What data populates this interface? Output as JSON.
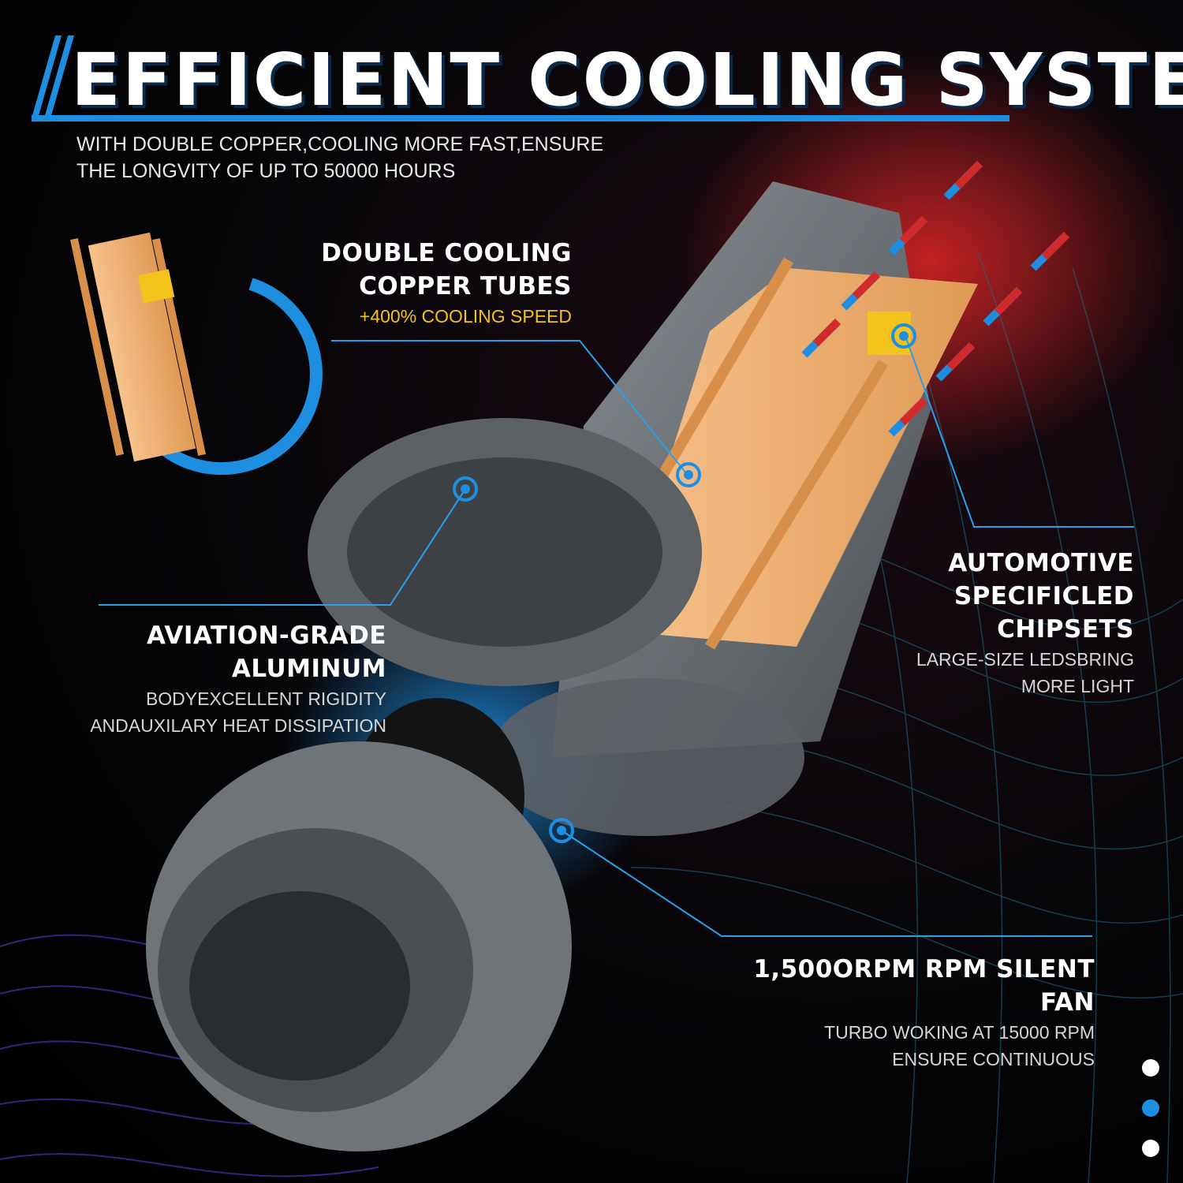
{
  "header": {
    "title": "EFFICIENT COOLING SYSTEM",
    "subtitle_line1": "WITH DOUBLE COPPER,COOLING MORE FAST,ENSURE",
    "subtitle_line2": "THE LONGVITY OF UP TO 50000 HOURS"
  },
  "features": {
    "copper": {
      "heading_line1": "DOUBLE COOLING",
      "heading_line2": "COPPER TUBES",
      "highlight": "+400% COOLING SPEED"
    },
    "aluminum": {
      "heading_line1": "AVIATION-GRADE",
      "heading_line2": "ALUMINUM",
      "desc_line1": "BODYEXCELLENT RIGIDITY",
      "desc_line2": "ANDAUXILARY HEAT DISSIPATION"
    },
    "chipsets": {
      "heading_line1": "AUTOMOTIVE",
      "heading_line2": "SPECIFICLED",
      "heading_line3": "CHIPSETS",
      "desc_line1": "LARGE-SIZE LEDSBRING",
      "desc_line2": "MORE LIGHT"
    },
    "fan": {
      "heading": "1,500ORPM RPM SILENT FAN",
      "desc_line1": "TURBO WOKING AT 15000 RPM",
      "desc_line2": "ENSURE CONTINUOUS"
    }
  },
  "pagination": {
    "active_index": 1,
    "count": 3
  },
  "colors": {
    "accent_blue": "#1e8fe0",
    "highlight_yellow": "#f3c21b",
    "copper": "#e8a464",
    "heat_red": "#d22a2a",
    "metal": "#6f7478"
  },
  "icons": [
    "title-stripe-icon",
    "copper-tube-inset-icon",
    "callout-target-icon",
    "heat-arrow-icon",
    "pagination-dot-icon"
  ]
}
